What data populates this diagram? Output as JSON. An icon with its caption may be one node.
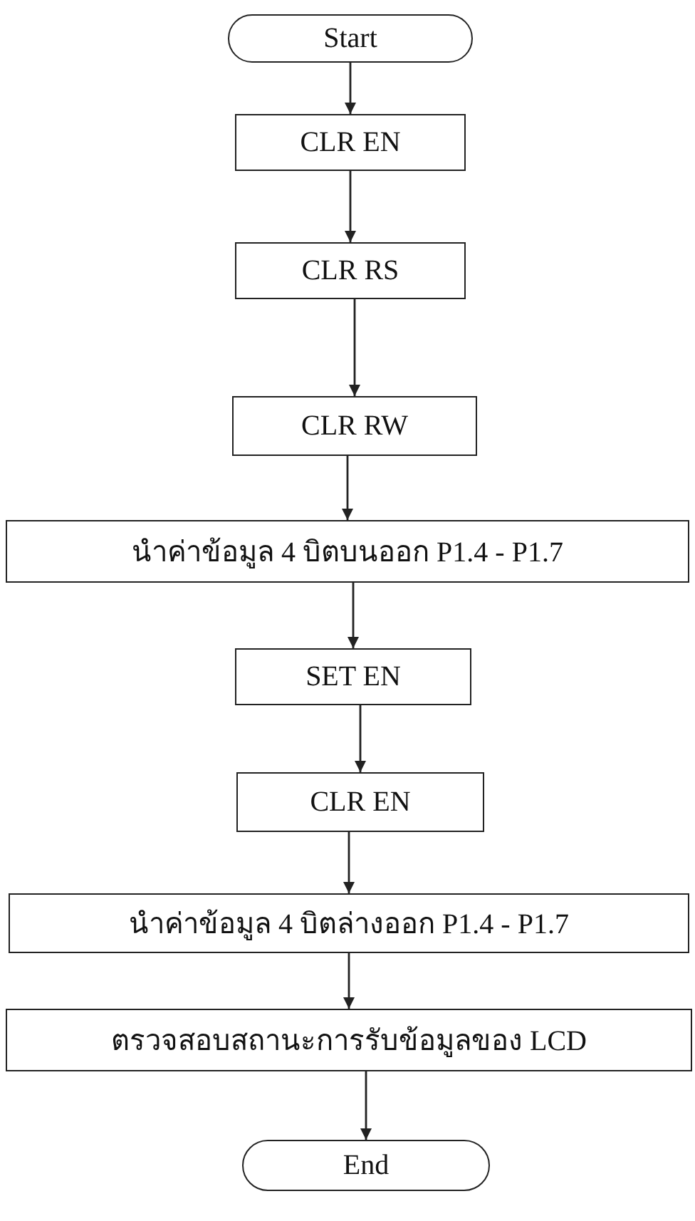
{
  "diagram": {
    "nodes": [
      {
        "text": [
          "Start"
        ]
      },
      {
        "text": [
          "CLR EN"
        ]
      },
      {
        "text": [
          "CLR RS"
        ]
      },
      {
        "text": [
          "CLR RW"
        ]
      },
      {
        "text": [
          "นำค่าข้อมูล 4 บิตบนออก P1.4 - P1.7"
        ]
      },
      {
        "text": [
          "SET EN"
        ]
      },
      {
        "text": [
          "CLR EN"
        ]
      },
      {
        "text": [
          "นำค่าข้อมูล 4 บิตล่างออก P1.4 - P1.7"
        ]
      },
      {
        "text": [
          "ตรวจสอบสถานะการรับข้อมูลของ LCD"
        ]
      },
      {
        "text": [
          "End"
        ]
      }
    ],
    "edges": [
      {
        "from": 0,
        "to": 1,
        "arrow": "to"
      },
      {
        "from": 1,
        "to": 2,
        "arrow": "to"
      },
      {
        "from": 2,
        "to": 3,
        "arrow": "to"
      },
      {
        "from": 3,
        "to": 4,
        "arrow": "to"
      },
      {
        "from": 4,
        "to": 5,
        "arrow": "to"
      },
      {
        "from": 5,
        "to": 6,
        "arrow": "to"
      },
      {
        "from": 6,
        "to": 7,
        "arrow": "to"
      },
      {
        "from": 7,
        "to": 8,
        "arrow": "to"
      },
      {
        "from": 8,
        "to": 9,
        "arrow": "to"
      }
    ]
  }
}
